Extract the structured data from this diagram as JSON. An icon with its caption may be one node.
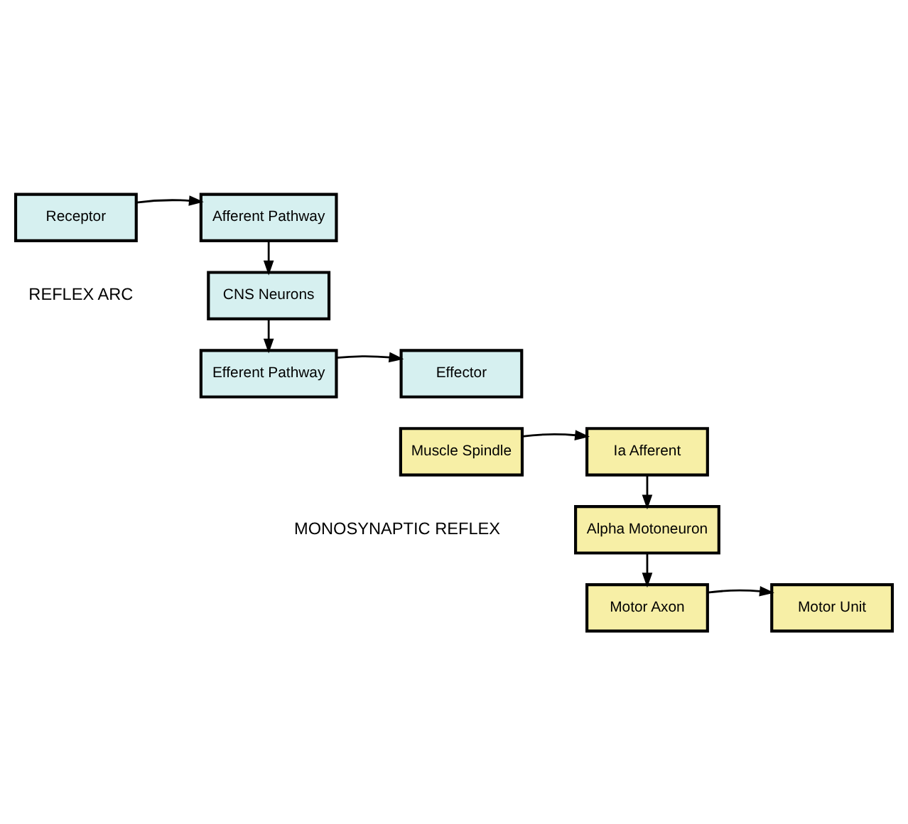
{
  "diagram": {
    "nodes": [
      {
        "text": [
          "Receptor"
        ]
      },
      {
        "text": [
          "Afferent Pathway"
        ]
      },
      {
        "text": [
          "CNS Neurons"
        ]
      },
      {
        "text": [
          "Efferent Pathway"
        ]
      },
      {
        "text": [
          "Effector"
        ]
      },
      {
        "text": [
          "Muscle Spindle"
        ]
      },
      {
        "text": [
          "Ia Afferent"
        ]
      },
      {
        "text": [
          "Alpha Motoneuron"
        ]
      },
      {
        "text": [
          "Motor Axon"
        ]
      },
      {
        "text": [
          "Motor Unit"
        ]
      }
    ],
    "edges": [
      {
        "from": 0,
        "to": 1,
        "arrow": "to"
      },
      {
        "from": 1,
        "to": 2,
        "arrow": "to"
      },
      {
        "from": 2,
        "to": 3,
        "arrow": "to"
      },
      {
        "from": 3,
        "to": 4,
        "arrow": "to"
      },
      {
        "from": 5,
        "to": 6,
        "arrow": "to"
      },
      {
        "from": 6,
        "to": 7,
        "arrow": "to"
      },
      {
        "from": 7,
        "to": 8,
        "arrow": "to"
      },
      {
        "from": 8,
        "to": 9,
        "arrow": "to"
      }
    ],
    "labels": [
      "REFLEX ARC",
      "MONOSYNAPTIC REFLEX"
    ]
  }
}
